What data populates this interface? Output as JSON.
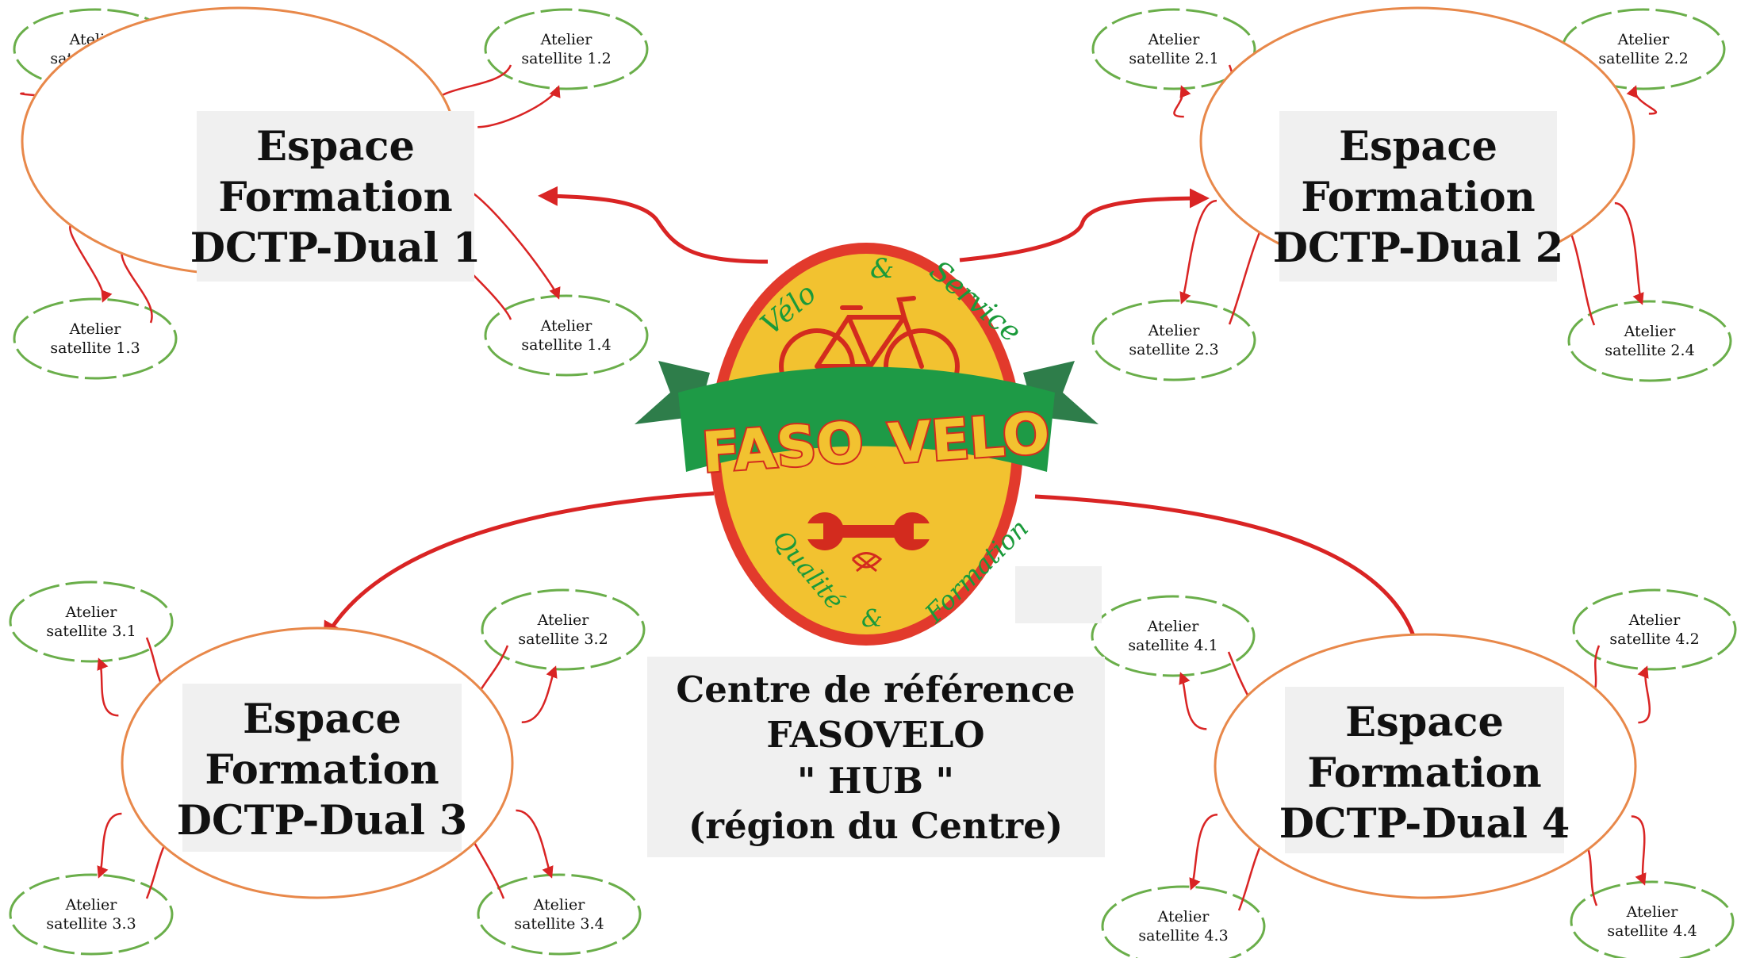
{
  "colors": {
    "arrow": "#d92424",
    "cluster_ellipse": "#e8884a",
    "satellite_ellipse": "#6aae4a",
    "label_box": "#f0f0f0",
    "logo_yellow": "#f2c230",
    "logo_red": "#e23a2c",
    "logo_green": "#1e9a46"
  },
  "hub": {
    "lines": [
      "Centre de référence",
      "FASOVELO",
      "\" HUB \"",
      "(région du Centre)"
    ]
  },
  "logo": {
    "title_left": "FASO",
    "title_right": "VELO",
    "star_icon": "star-icon",
    "bike_icon": "bicycle-icon",
    "tools_icon": "wrench-icon",
    "top_words": [
      "Vélo",
      "&",
      "Service"
    ],
    "bottom_words": [
      "Qualité",
      "&",
      "Formation"
    ]
  },
  "clusters": [
    {
      "id": 1,
      "lines": [
        "Espace",
        "Formation",
        "DCTP-Dual 1"
      ],
      "satellites": [
        {
          "label": [
            "Atelier",
            "satellite 1.1"
          ]
        },
        {
          "label": [
            "Atelier",
            "satellite 1.2"
          ]
        },
        {
          "label": [
            "Atelier",
            "satellite 1.3"
          ]
        },
        {
          "label": [
            "Atelier",
            "satellite 1.4"
          ]
        }
      ]
    },
    {
      "id": 2,
      "lines": [
        "Espace",
        "Formation",
        "DCTP-Dual 2"
      ],
      "satellites": [
        {
          "label": [
            "Atelier",
            "satellite 2.1"
          ]
        },
        {
          "label": [
            "Atelier",
            "satellite 2.2"
          ]
        },
        {
          "label": [
            "Atelier",
            "satellite 2.3"
          ]
        },
        {
          "label": [
            "Atelier",
            "satellite 2.4"
          ]
        }
      ]
    },
    {
      "id": 3,
      "lines": [
        "Espace",
        "Formation",
        "DCTP-Dual 3"
      ],
      "satellites": [
        {
          "label": [
            "Atelier",
            "satellite 3.1"
          ]
        },
        {
          "label": [
            "Atelier",
            "satellite 3.2"
          ]
        },
        {
          "label": [
            "Atelier",
            "satellite 3.3"
          ]
        },
        {
          "label": [
            "Atelier",
            "satellite 3.4"
          ]
        }
      ]
    },
    {
      "id": 4,
      "lines": [
        "Espace",
        "Formation",
        "DCTP-Dual 4"
      ],
      "satellites": [
        {
          "label": [
            "Atelier",
            "satellite 4.1"
          ]
        },
        {
          "label": [
            "Atelier",
            "satellite 4.2"
          ]
        },
        {
          "label": [
            "Atelier",
            "satellite 4.3"
          ]
        },
        {
          "label": [
            "Atelier",
            "satellite 4.4"
          ]
        }
      ]
    }
  ]
}
